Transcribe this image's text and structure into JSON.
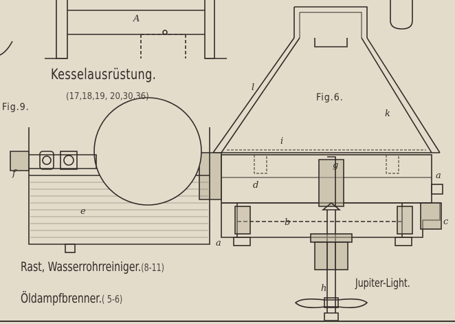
{
  "title": "Kesselausrüstung.",
  "title_refs": "(17,18,19, 20,30,36)",
  "fig9_label": "Fig.9.",
  "fig6_label": "Fig.6.",
  "caption1": "Rast, Wasserrohrreiniger.",
  "caption1_refs": "(8-11)",
  "caption2": "Öldampfbrenner.",
  "caption2_refs": "( 5-6)",
  "jupiter_label": "Jupiter-Light.",
  "part_labels": {
    "A": "A",
    "l": "l",
    "k": "k",
    "i": "i",
    "g": "g",
    "d": "d",
    "a1": "a",
    "a2": "a",
    "b": "b",
    "c": "c",
    "h": "h",
    "f": "f",
    "e": "e"
  },
  "colors": {
    "paper": "#e4dccb",
    "ink": "#2e2a26"
  }
}
